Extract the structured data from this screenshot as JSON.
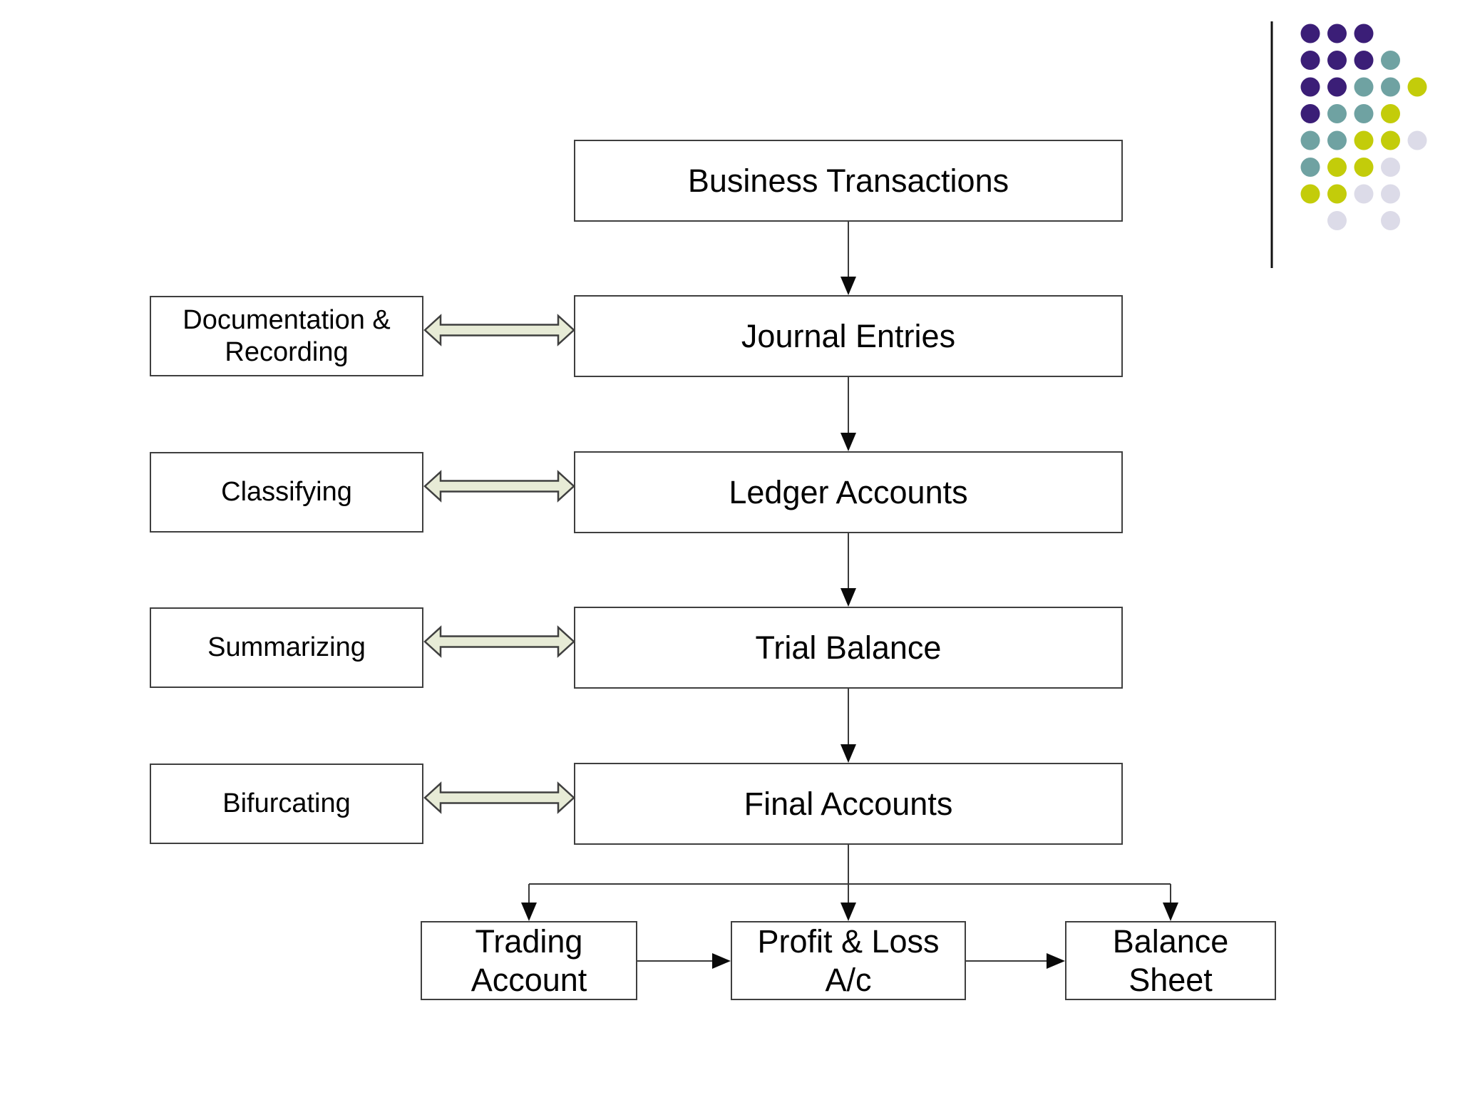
{
  "slide": {
    "boxes": {
      "business": "Business Transactions",
      "journal": "Journal Entries",
      "ledger": "Ledger Accounts",
      "trial": "Trial Balance",
      "final": "Final Accounts",
      "documentation": "Documentation &\nRecording",
      "classifying": "Classifying",
      "summarizing": "Summarizing",
      "bifurcating": "Bifurcating",
      "trading": "Trading\nAccount",
      "profit_loss": "Profit & Loss\nA/c",
      "balance_sheet": "Balance\nSheet"
    },
    "edges": [
      {
        "from": "Business Transactions",
        "to": "Journal Entries",
        "type": "arrow"
      },
      {
        "from": "Journal Entries",
        "to": "Ledger Accounts",
        "type": "arrow"
      },
      {
        "from": "Ledger Accounts",
        "to": "Trial Balance",
        "type": "arrow"
      },
      {
        "from": "Trial Balance",
        "to": "Final Accounts",
        "type": "arrow"
      },
      {
        "from": "Final Accounts",
        "to": "Trading Account",
        "type": "arrow"
      },
      {
        "from": "Final Accounts",
        "to": "Profit & Loss A/c",
        "type": "arrow"
      },
      {
        "from": "Final Accounts",
        "to": "Balance Sheet",
        "type": "arrow"
      },
      {
        "from": "Trading Account",
        "to": "Profit & Loss A/c",
        "type": "arrow"
      },
      {
        "from": "Profit & Loss A/c",
        "to": "Balance Sheet",
        "type": "arrow"
      },
      {
        "from": "Documentation & Recording",
        "to": "Journal Entries",
        "type": "double-arrow"
      },
      {
        "from": "Classifying",
        "to": "Ledger Accounts",
        "type": "double-arrow"
      },
      {
        "from": "Summarizing",
        "to": "Trial Balance",
        "type": "double-arrow"
      },
      {
        "from": "Bifurcating",
        "to": "Final Accounts",
        "type": "double-arrow"
      }
    ],
    "colors": {
      "box_border": "#3f3f3f",
      "connector": "#3a3a3a",
      "arrowhead": "#0a0a0a",
      "double_arrow_fill": "#e7ebd6",
      "double_arrow_stroke": "#3f3f3f",
      "divider": "#111111",
      "dot_purple": "#3b1e77",
      "dot_teal": "#6fa2a2",
      "dot_yellow": "#c3cc0a",
      "dot_lavender": "#dcdbe8"
    },
    "decoration": {
      "dot_rows": [
        "PPP..",
        "PPPT.",
        "PPTTY",
        "PTTY.",
        "TTYYL",
        "TYYL.",
        "YYLL.",
        ".L.L."
      ]
    }
  }
}
